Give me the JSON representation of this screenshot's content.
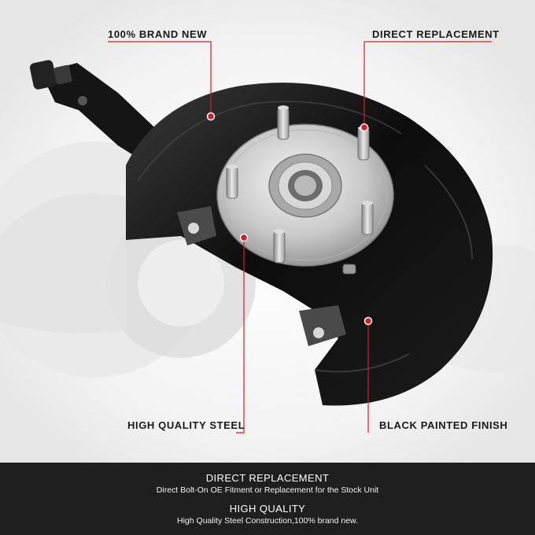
{
  "callouts": {
    "brand_new": "100% BRAND NEW",
    "direct_replacement": "DIRECT REPLACEMENT",
    "high_quality_steel": "HIGH QUALITY STEEL",
    "black_painted_finish": "BLACK PAINTED FINISH"
  },
  "footer": {
    "features": [
      {
        "title": "DIRECT REPLACEMENT",
        "description": "Direct Bolt-On OE Fitment or Replacement for the Stock Unit"
      },
      {
        "title": "HIGH QUALITY",
        "description": "High Quality Steel Construction,100% brand new."
      }
    ]
  },
  "colors": {
    "callout_line": "#d21f2b",
    "callout_dot": "#d21f2b",
    "footer_bg": "#1f1f1f",
    "text_dark": "#1a1a1a"
  },
  "icons": [
    "callout-dot-icon"
  ]
}
